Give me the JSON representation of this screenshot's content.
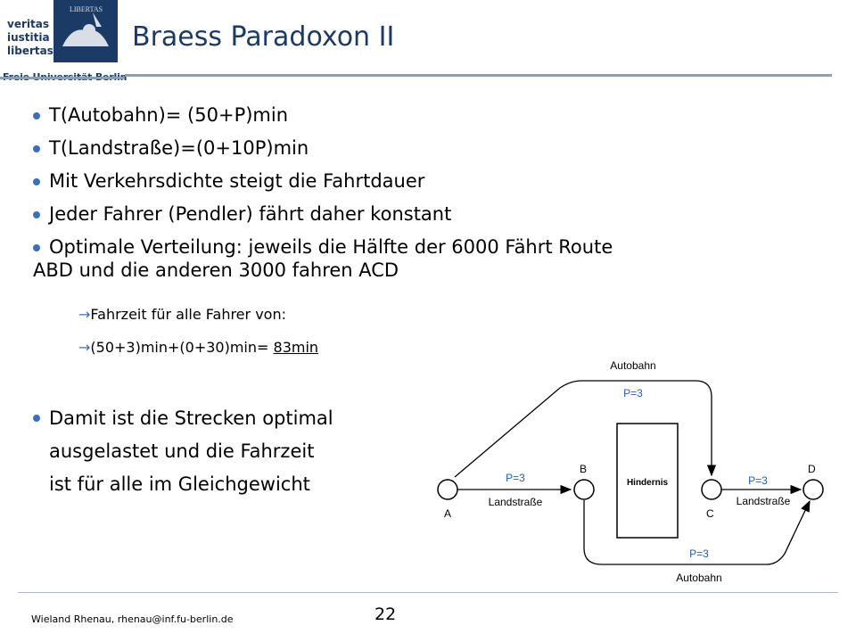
{
  "logo": {
    "words": [
      "veritas",
      "iustitia",
      "libertas"
    ],
    "university": "Freie Universität Berlin",
    "seal_text": "LIBERTAS"
  },
  "title": "Braess Paradoxon II",
  "bullets": [
    "T(Autobahn)= (50+P)min",
    "T(Landstraße)=(0+10P)min",
    "Mit Verkehrsdichte steigt die Fahrtdauer",
    "Jeder Fahrer (Pendler) fährt daher konstant",
    {
      "line1": "Optimale Verteilung: jeweils die Hälfte der 6000 Fährt Route",
      "line2": "ABD und die anderen 3000 fahren ACD"
    }
  ],
  "sub_bullets": [
    {
      "arrow": "→",
      "text": "Fahrzeit für alle Fahrer von:"
    },
    {
      "arrow": "→",
      "text": "(50+3)min+(0+30)min= ",
      "underlined": "83min"
    }
  ],
  "last_bullet": [
    "Damit ist die Strecken optimal",
    "ausgelastet und die Fahrzeit",
    "ist für alle im Gleichgewicht"
  ],
  "diagram": {
    "nodes": {
      "A": "A",
      "B": "B",
      "C": "C",
      "D": "D"
    },
    "obstacle": "Hindernis",
    "edges": {
      "top_road": "Autobahn",
      "top_load": "P=3",
      "ab_load": "P=3",
      "ab_road": "Landstraße",
      "cd_load": "P=3",
      "cd_road": "Landstraße",
      "bottom_load": "P=3",
      "bottom_road": "Autobahn"
    }
  },
  "footer": {
    "author": "Wieland Rhenau, rhenau@inf.fu-berlin.de",
    "page": "22"
  },
  "colors": {
    "title": "#1c3a66",
    "bullet": "#3b6fb6",
    "rule": "#8a9fb5",
    "diagram_label": "#1f5fbf"
  }
}
